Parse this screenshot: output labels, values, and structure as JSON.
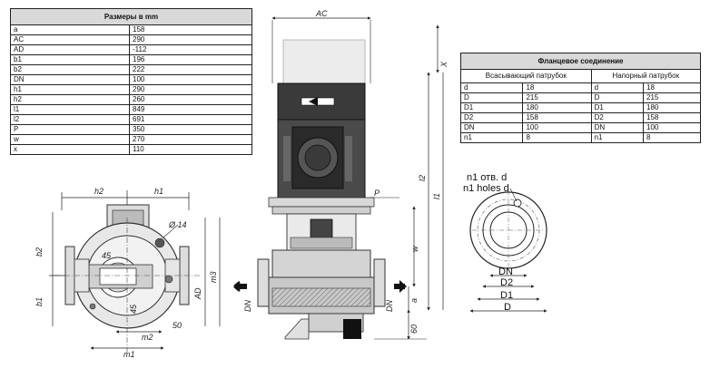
{
  "dimensions_table": {
    "header": "Размеры в mm",
    "rows": [
      {
        "key": "a",
        "value": "158"
      },
      {
        "key": "AC",
        "value": "290"
      },
      {
        "key": "AD",
        "value": "-112"
      },
      {
        "key": "b1",
        "value": "196"
      },
      {
        "key": "b2",
        "value": "222"
      },
      {
        "key": "DN",
        "value": "100"
      },
      {
        "key": "h1",
        "value": "290"
      },
      {
        "key": "h2",
        "value": "260"
      },
      {
        "key": "l1",
        "value": "849"
      },
      {
        "key": "l2",
        "value": "691"
      },
      {
        "key": "P",
        "value": "350"
      },
      {
        "key": "w",
        "value": "270"
      },
      {
        "key": "x",
        "value": "110"
      }
    ]
  },
  "flange_table": {
    "header": "Фланцевое соединение",
    "suction_label": "Всасывающий патрубок",
    "discharge_label": "Напорный патрубок",
    "rows": [
      {
        "key": "d",
        "suction": "18",
        "key2": "d",
        "discharge": "18"
      },
      {
        "key": "D",
        "suction": "215",
        "key2": "D",
        "discharge": "215"
      },
      {
        "key": "D1",
        "suction": "180",
        "key2": "D1",
        "discharge": "180"
      },
      {
        "key": "D2",
        "suction": "158",
        "key2": "D2",
        "discharge": "158"
      },
      {
        "key": "DN",
        "suction": "100",
        "key2": "DN",
        "discharge": "100"
      },
      {
        "key": "n1",
        "suction": "8",
        "key2": "n1",
        "discharge": "8"
      }
    ]
  },
  "drawing_labels": {
    "h2": "h2",
    "h1": "h1",
    "diameter": "Ø 14",
    "b2": "b2",
    "b1": "b1",
    "m3": "m3",
    "ad": "AD",
    "m2": "m2",
    "m1": "m1",
    "d45a": "45",
    "d45b": "45",
    "d50": "50",
    "ac": "AC",
    "x": "X",
    "l2": "l2",
    "l1": "l1",
    "p": "P",
    "w": "w",
    "dn_left": "DN",
    "dn_right": "DN",
    "a": "a",
    "d60": "60",
    "flange_holes_ru": "n1 отв. d",
    "flange_holes_en": "n1 holes d",
    "flange_dn": "DN",
    "flange_d2": "D2",
    "flange_d1": "D1",
    "flange_d": "D"
  }
}
